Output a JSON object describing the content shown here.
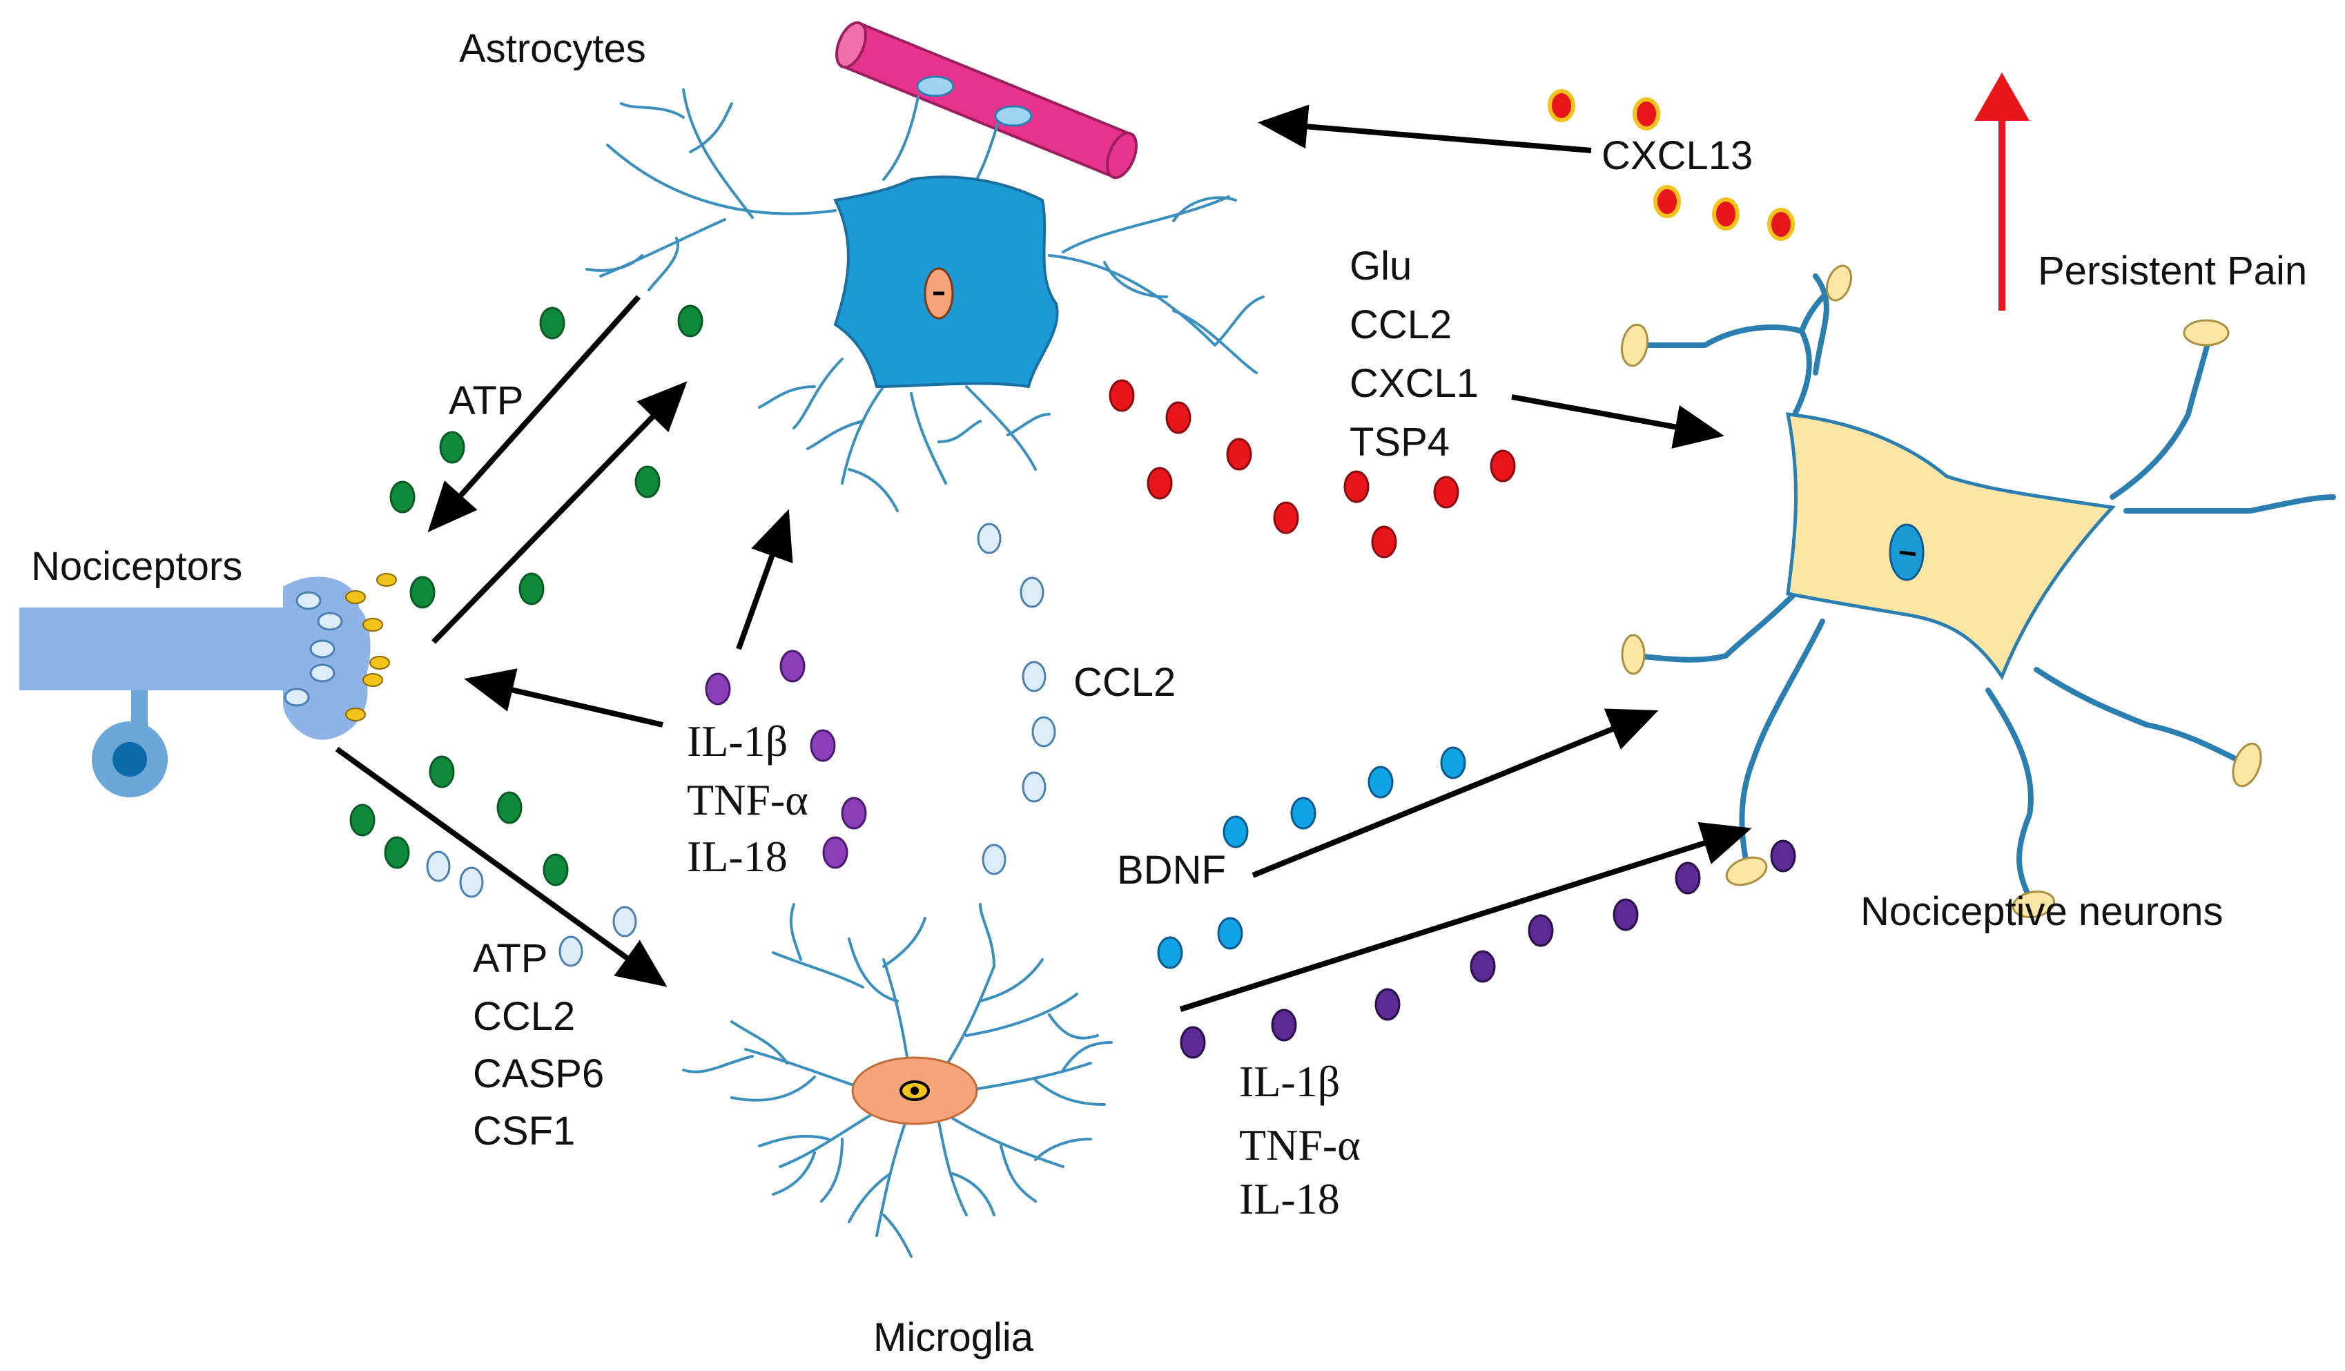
{
  "labels": {
    "astrocytes": "Astrocytes",
    "nociceptors": "Nociceptors",
    "microglia": "Microglia",
    "nociceptive_neurons": "Nociceptive neurons",
    "persistent_pain": "Persistent Pain",
    "atp_top": "ATP",
    "cxcl13": "CXCL13",
    "astro_out": [
      "Glu",
      "CCL2",
      "CXCL1",
      "TSP4"
    ],
    "ccl2_mid": "CCL2",
    "cyto_center": [
      "IL-1β",
      "TNF-α",
      "IL-18"
    ],
    "bdnf": "BDNF",
    "cyto_right": [
      "IL-1β",
      "TNF-α",
      "IL-18"
    ],
    "noci_out": [
      "ATP",
      "CCL2",
      "CASP6",
      "CSF1"
    ]
  },
  "colors": {
    "green": "#0f8a3a",
    "red": "#e8151b",
    "purple": "#8a3fb8",
    "dark_purple": "#5b2a92",
    "light_blue": "#dcecf8",
    "cyan": "#10a4e6",
    "yellow_dot": "#f2c31a",
    "vessel": "#e8338e",
    "astro_body": "#1b9ad6",
    "neuron_body": "#fbe6a5",
    "microglia_body": "#f6a57a",
    "nociceptor": "#8fb3e6",
    "pain_arrow": "#e8151b"
  },
  "icons": {
    "vessel": "blood-vessel-icon",
    "astrocyte": "astrocyte-cell-icon",
    "microglia": "microglia-cell-icon",
    "neuron": "neuron-cell-icon",
    "nociceptor": "nociceptor-terminal-icon"
  }
}
